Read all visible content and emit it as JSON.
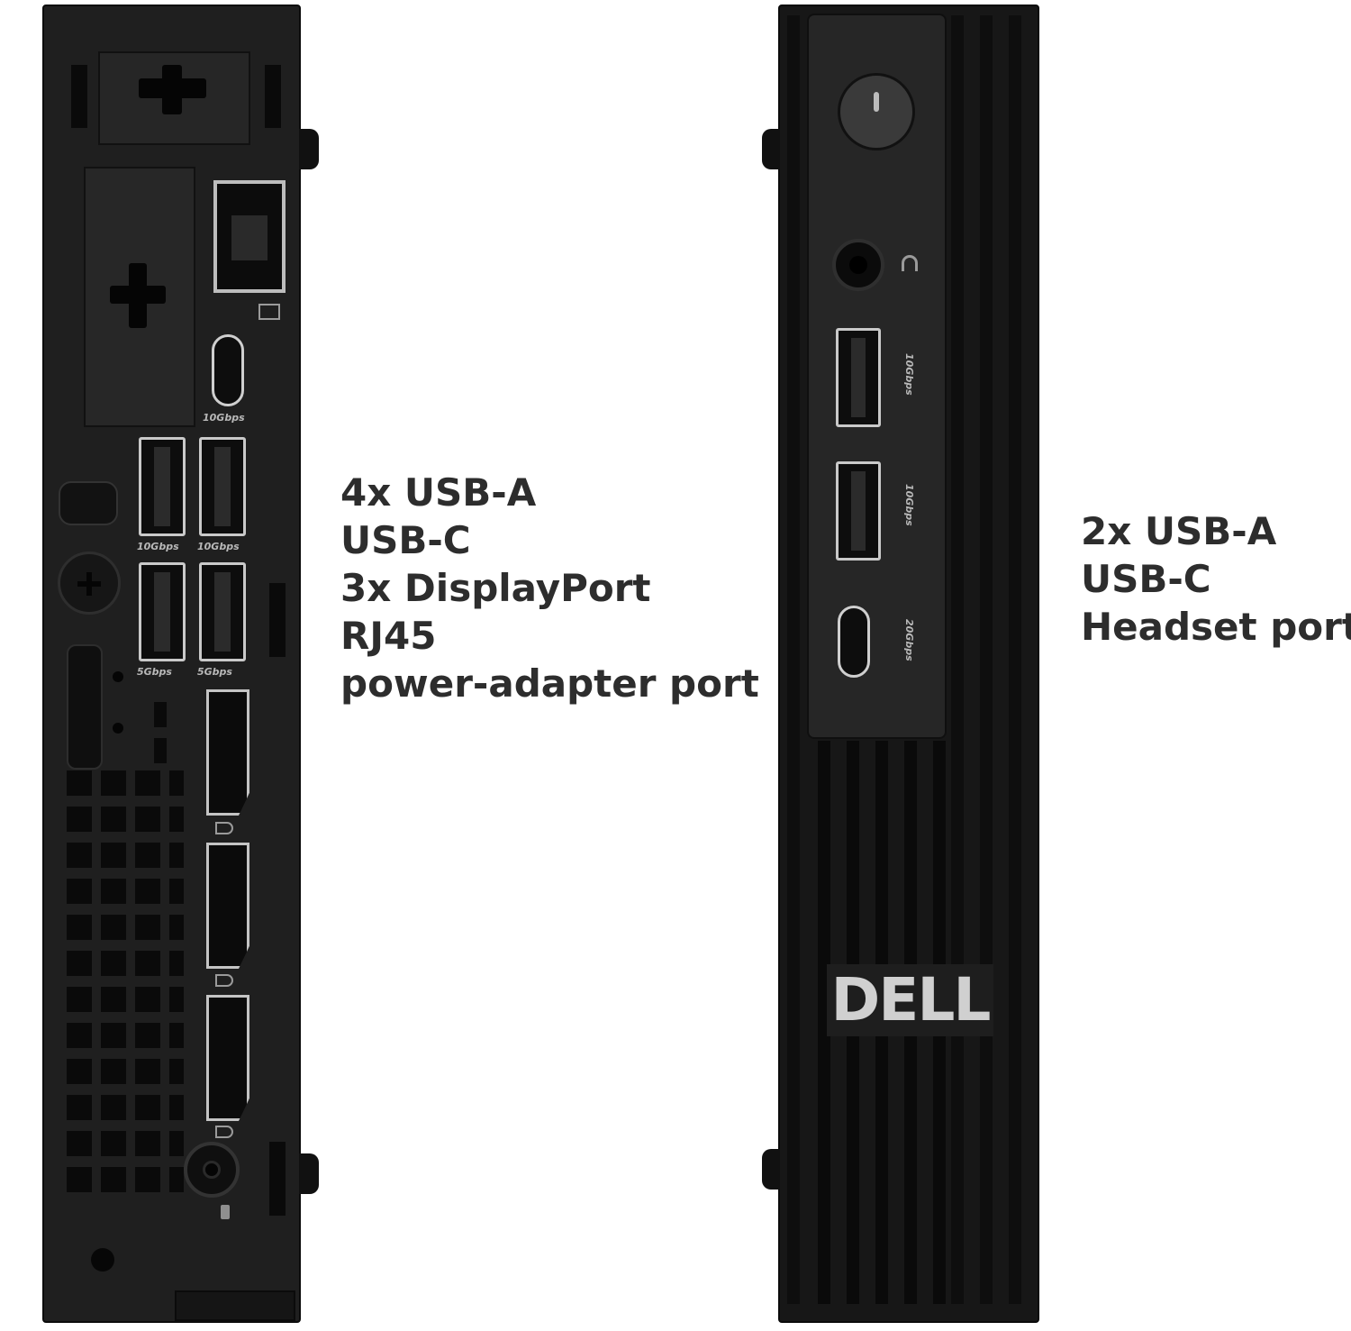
{
  "back_specs": [
    "4x USB-A",
    "USB-C",
    "3x DisplayPort",
    "RJ45",
    "power-adapter port"
  ],
  "front_specs": [
    "2x USB-A",
    "USB-C",
    "Headset port"
  ],
  "back_port_labels": {
    "usbc_speed": "10Gbps",
    "usba_top_left": "10Gbps",
    "usba_top_right": "10Gbps",
    "usba_bottom_left": "5Gbps",
    "usba_bottom_right": "5Gbps"
  },
  "front_port_labels": {
    "usba_top": "10Gbps",
    "usba_bottom": "10Gbps",
    "usbc": "20Gbps"
  },
  "brand_logo": "DELL",
  "colors": {
    "chassis": "#1f1f1f",
    "text": "#2d2d2d",
    "port_rim": "#c9c9c9"
  }
}
